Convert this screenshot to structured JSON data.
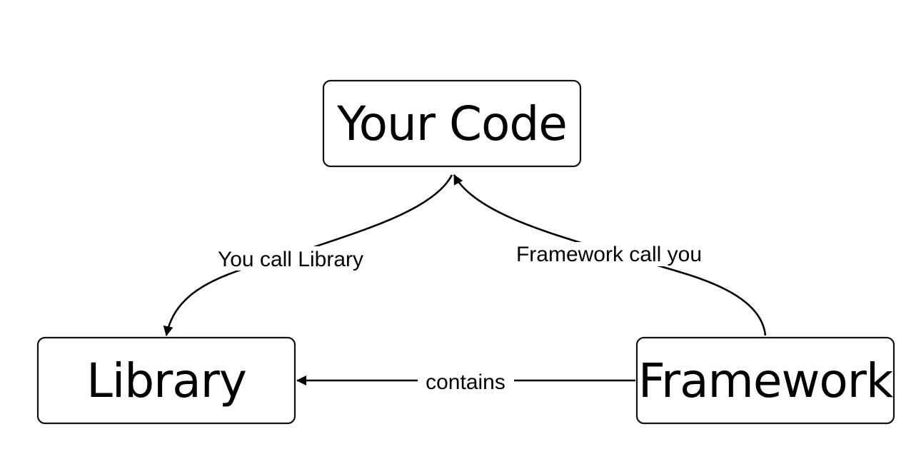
{
  "nodes": {
    "your_code": "Your Code",
    "library": "Library",
    "framework": "Framework"
  },
  "edges": {
    "you_call_library": "You call Library",
    "framework_call_you": "Framework call you",
    "contains": "contains"
  }
}
